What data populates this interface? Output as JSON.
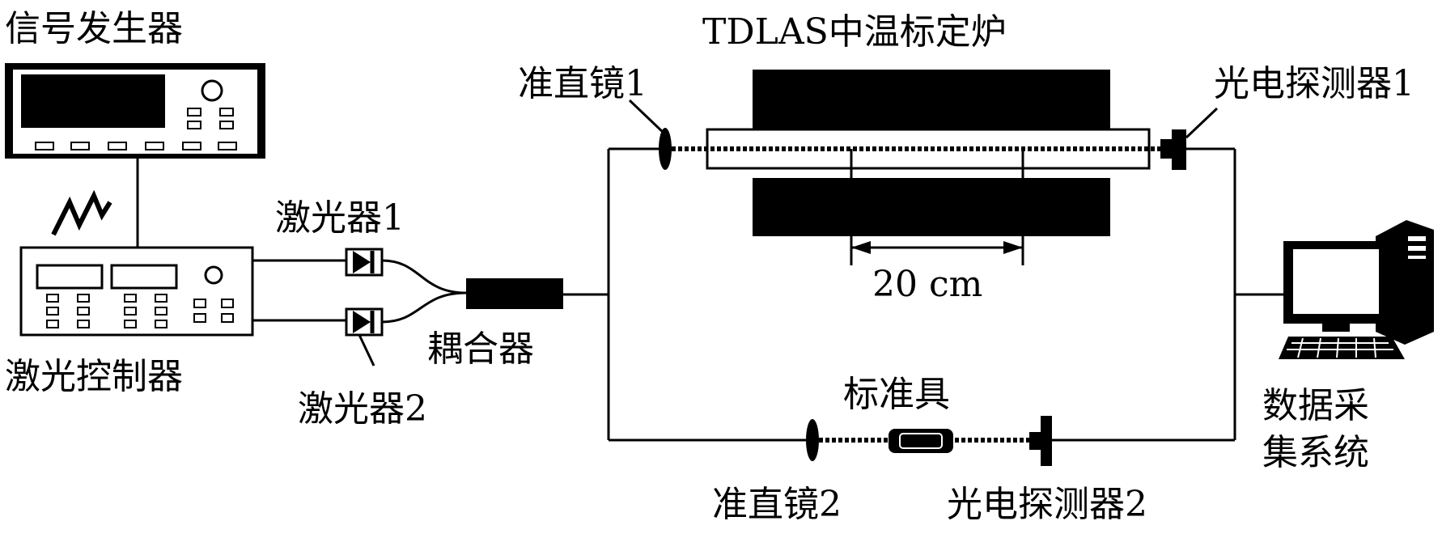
{
  "labels": {
    "signal_generator": "信号发生器",
    "laser_controller": "激光控制器",
    "laser1": "激光器1",
    "laser2": "激光器2",
    "coupler": "耦合器",
    "furnace": "TDLAS中温标定炉",
    "collimator1": "准直镜1",
    "photodetector1": "光电探测器1",
    "dimension": "20 cm",
    "reference_cell": "标准具",
    "collimator2": "准直镜2",
    "photodetector2": "光电探测器2",
    "daq_line1": "数据采",
    "daq_line2": "集系统"
  }
}
